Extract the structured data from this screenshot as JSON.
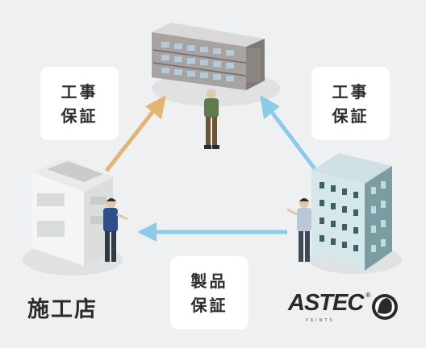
{
  "labels": {
    "left_line1": "工事",
    "left_line2": "保証",
    "right_line1": "工事",
    "right_line2": "保証",
    "bottom_line1": "製品",
    "bottom_line2": "保証"
  },
  "store_name": "施工店",
  "brand": {
    "name": "ASTEC",
    "registered": "®",
    "sub": "PAINTS"
  },
  "colors": {
    "background": "#eff0f1",
    "arrow_orange": "#e3b574",
    "arrow_blue": "#8ccbe8"
  }
}
